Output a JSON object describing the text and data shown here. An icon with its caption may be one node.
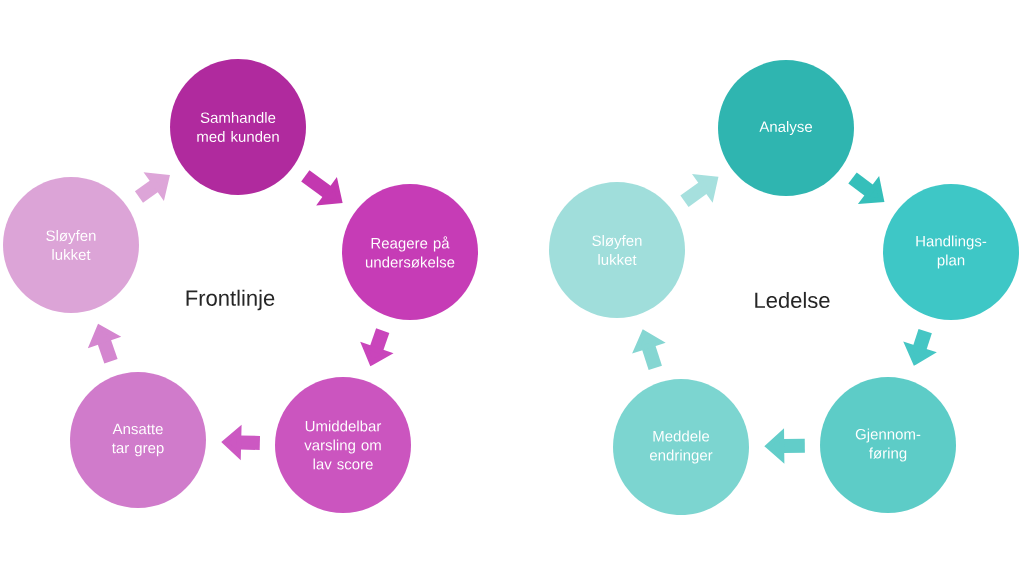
{
  "diagram": {
    "nodes": [
      {
        "text": [
          "Samhandle med kunden"
        ]
      },
      {
        "text": [
          "Reagere på undersøkelse"
        ]
      },
      {
        "text": [
          "Umiddelbar varsling om lav score"
        ]
      },
      {
        "text": [
          "Ansatte tar grep"
        ]
      },
      {
        "text": [
          "Sløyfen lukket"
        ]
      },
      {
        "text": [
          "Analyse"
        ]
      },
      {
        "text": [
          "Handlings-plan"
        ]
      },
      {
        "text": [
          "Gjennom-føring"
        ]
      },
      {
        "text": [
          "Meddele endringer"
        ]
      },
      {
        "text": [
          "Sløyfen lukket"
        ]
      }
    ],
    "edges": [
      {
        "from": 0,
        "to": 1,
        "arrow": "to",
        "color": "#c338b0"
      },
      {
        "from": 1,
        "to": 2,
        "arrow": "to",
        "color": "#c945bb"
      },
      {
        "from": 2,
        "to": 3,
        "arrow": "to",
        "color": "#cc58c2"
      },
      {
        "from": 3,
        "to": 4,
        "arrow": "to",
        "color": "#d486cf"
      },
      {
        "from": 4,
        "to": 0,
        "arrow": "to",
        "color": "#dda5d8"
      },
      {
        "from": 5,
        "to": 6,
        "arrow": "to",
        "color": "#35bfba"
      },
      {
        "from": 6,
        "to": 7,
        "arrow": "to",
        "color": "#45c6c4"
      },
      {
        "from": 7,
        "to": 8,
        "arrow": "to",
        "color": "#62cdc9"
      },
      {
        "from": 8,
        "to": 9,
        "arrow": "to",
        "color": "#85d6d2"
      },
      {
        "from": 9,
        "to": 5,
        "arrow": "to",
        "color": "#a6e0de"
      }
    ],
    "labels": [
      "Frontlinje",
      "Ledelse"
    ]
  }
}
